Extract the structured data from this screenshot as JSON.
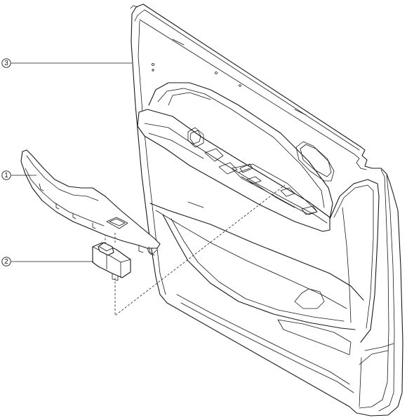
{
  "callouts": [
    {
      "id": "1",
      "label": "1"
    },
    {
      "id": "2",
      "label": "2"
    },
    {
      "id": "3",
      "label": "3"
    }
  ],
  "parts": {
    "trim_panel": "door-trim-panel",
    "switch_bezel": "switch-bezel-panel",
    "window_switch": "power-window-switch"
  },
  "colors": {
    "line": "#1a1a1a",
    "background": "#ffffff"
  }
}
